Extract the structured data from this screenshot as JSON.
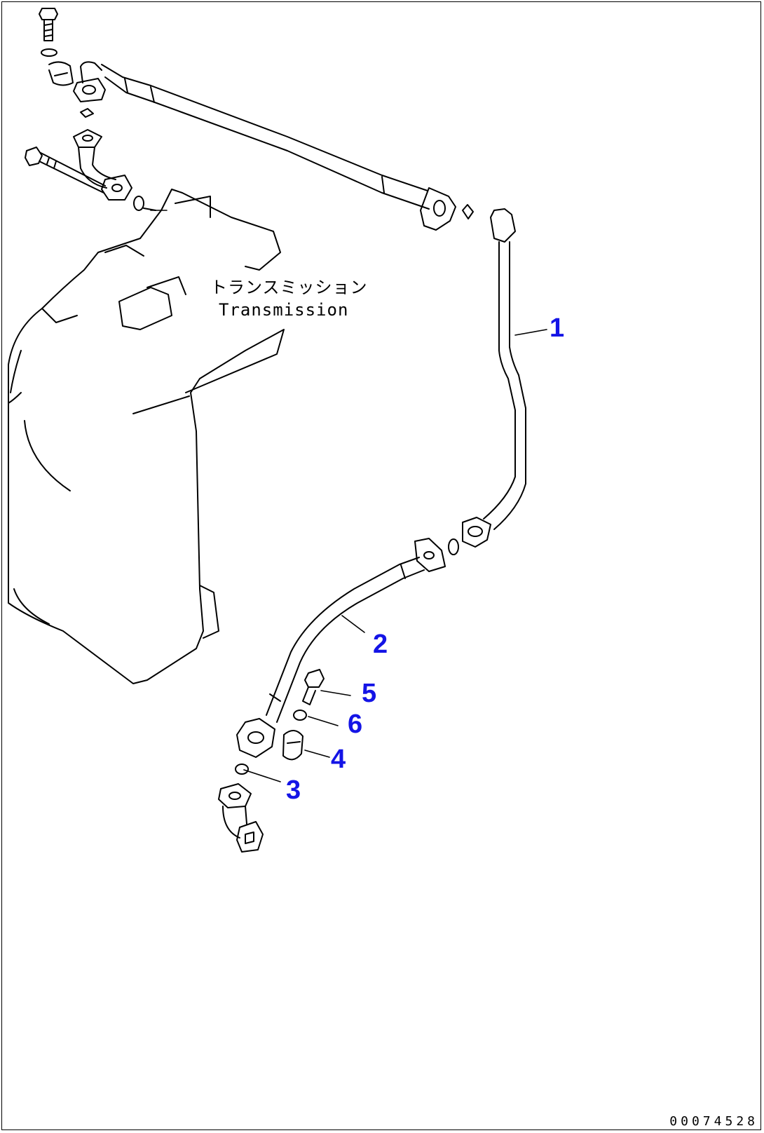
{
  "diagram": {
    "label_jp": "トランスミッション",
    "label_en": "Transmission",
    "drawing_number": "00074528",
    "callouts": [
      {
        "id": "1",
        "text": "1"
      },
      {
        "id": "2",
        "text": "2"
      },
      {
        "id": "3",
        "text": "3"
      },
      {
        "id": "4",
        "text": "4"
      },
      {
        "id": "5",
        "text": "5"
      },
      {
        "id": "6",
        "text": "6"
      }
    ],
    "colors": {
      "callout": "#1414e6",
      "line": "#000000",
      "background": "#ffffff"
    }
  }
}
